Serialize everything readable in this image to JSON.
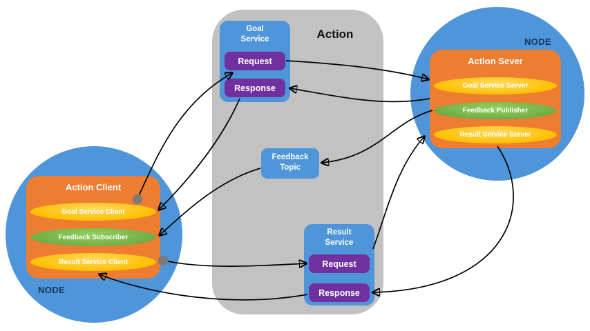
{
  "action_panel": {
    "title": "Action"
  },
  "goal_service": {
    "title": "Goal\nService",
    "request_label": "Request",
    "response_label": "Response"
  },
  "feedback_topic": {
    "title": "Feedback\nTopic"
  },
  "result_service": {
    "title": "Result\nService",
    "request_label": "Request",
    "response_label": "Response"
  },
  "client_node": {
    "node_label": "NODE",
    "title": "Action Client",
    "items": [
      "Goal Service Client",
      "Feedback Subscriber",
      "Result Service Client"
    ]
  },
  "server_node": {
    "node_label": "NODE",
    "title": "Action Sever",
    "items": [
      "Goal Service Server",
      "Feedback Publisher",
      "Result Service Server"
    ]
  },
  "colors": {
    "node_circle_blue": "#4e95d9",
    "panel_gray": "#c2c2c2",
    "box_orange": "#ED7D31",
    "button_purple": "#7030A0",
    "ellipse_yellow": "#FFC000",
    "ellipse_green": "#70AD47",
    "arrow_black": "#000000",
    "node_label_navy": "#15355e",
    "connector_dot_gray": "#7a7a7a"
  },
  "edges": [
    {
      "from": "action-client.goal-service-client",
      "to": "goal-service.request"
    },
    {
      "from": "goal-service.request",
      "to": "action-server.goal-service-server"
    },
    {
      "from": "action-server.goal-service-server",
      "to": "goal-service.response"
    },
    {
      "from": "goal-service.response",
      "to": "action-client.goal-service-client"
    },
    {
      "from": "action-server.feedback-publisher",
      "to": "feedback-topic"
    },
    {
      "from": "feedback-topic",
      "to": "action-client.feedback-subscriber"
    },
    {
      "from": "action-client.result-service-client",
      "to": "result-service.request"
    },
    {
      "from": "result-service.request",
      "to": "action-server.result-service-server"
    },
    {
      "from": "action-server.result-service-server",
      "to": "result-service.response"
    },
    {
      "from": "result-service.response",
      "to": "action-client.result-service-client"
    }
  ]
}
